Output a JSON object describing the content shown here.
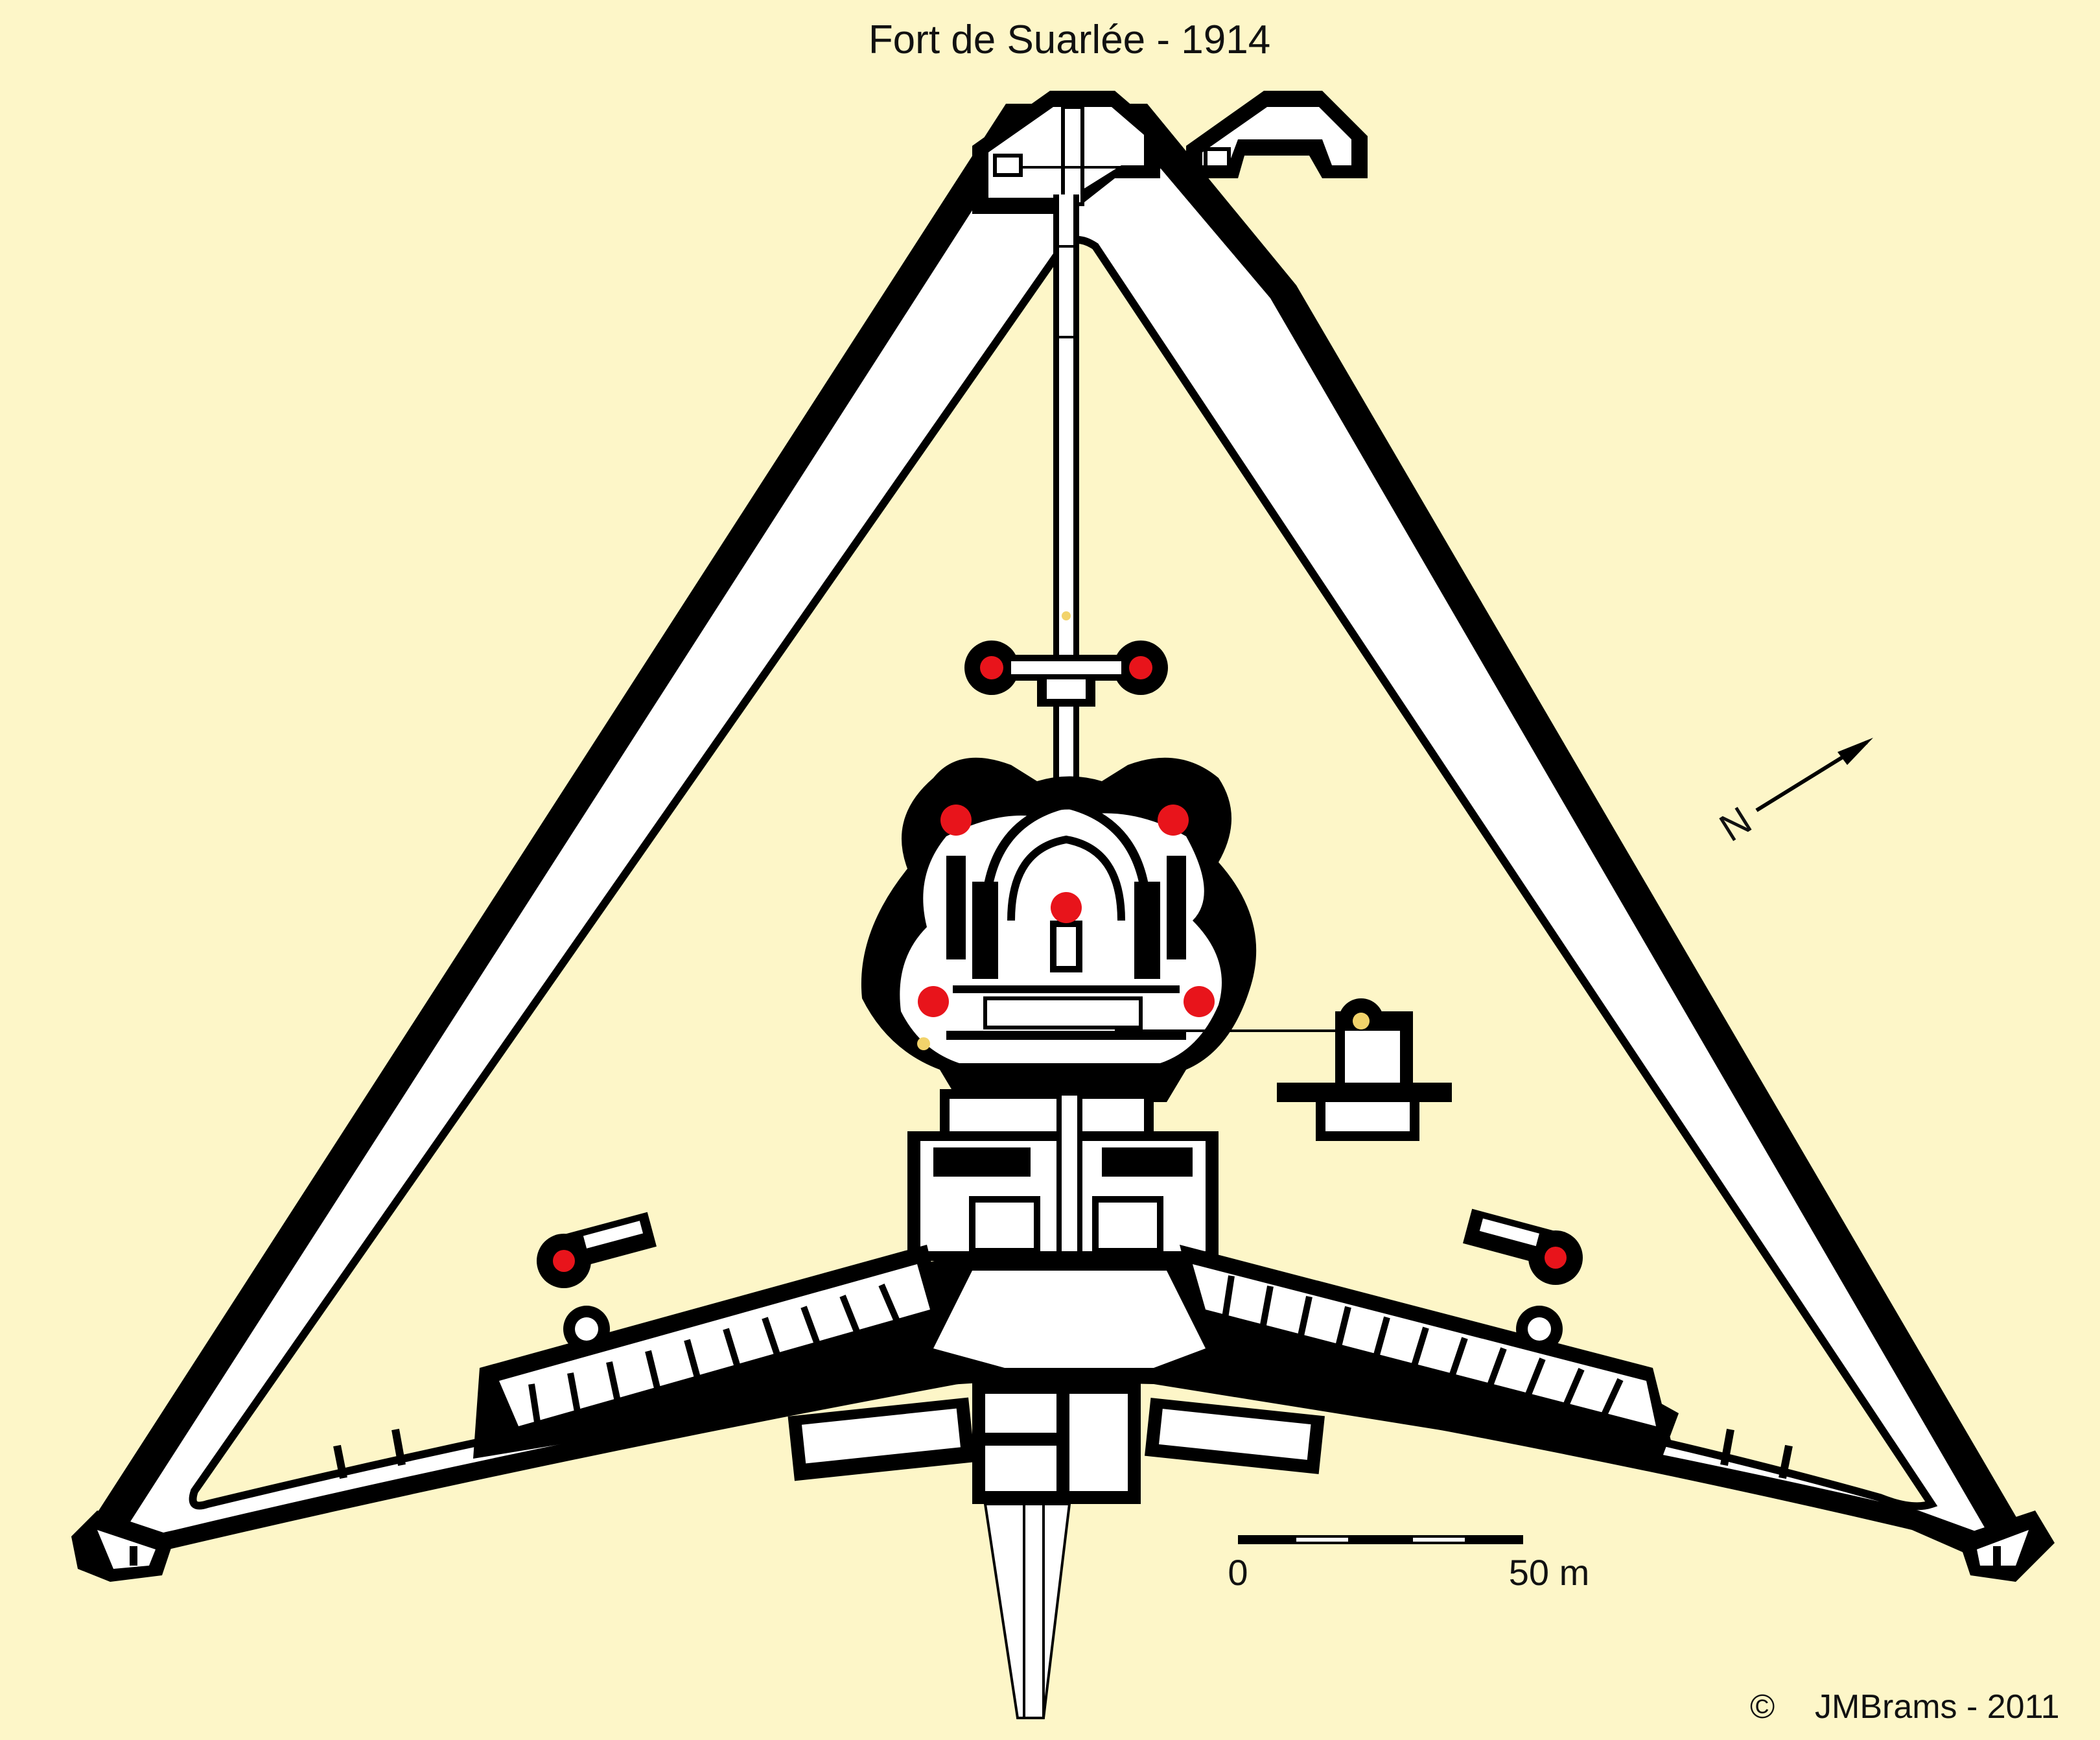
{
  "title": "Fort de Suarlée  -  1914",
  "north_label": "N",
  "scale_bar": {
    "start_label": "0",
    "end_label": "50 m"
  },
  "copyright": {
    "symbol": "©",
    "text": "JMBrams  -  2011"
  },
  "colors": {
    "background": "#fdf6c8",
    "wall": "#000000",
    "corridor": "#ffffff",
    "turret": "#e8141b",
    "lamp": "#f2d36b"
  },
  "icons": [
    "north-arrow-icon",
    "copyright-icon"
  ]
}
